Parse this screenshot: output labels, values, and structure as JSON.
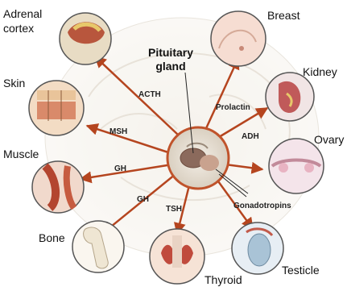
{
  "diagram": {
    "center": {
      "title_line1": "Pituitary",
      "title_line2": "gland"
    },
    "colors": {
      "arrow": "#b5451f",
      "ring": "#c0532b",
      "disc_border": "#6e6e6e",
      "bg_brain": "#ece7dc"
    },
    "organs": {
      "adrenal": {
        "line1": "Adrenal",
        "line2": "cortex"
      },
      "breast": "Breast",
      "kidney": "Kidney",
      "skin": "Skin",
      "ovary": "Ovary",
      "muscle": "Muscle",
      "bone": "Bone",
      "thyroid": "Thyroid",
      "testicle": "Testicle"
    },
    "hormones": {
      "acth": "ACTH",
      "msh": "MSH",
      "gh_muscle": "GH",
      "gh_bone": "GH",
      "tsh": "TSH",
      "prolactin": "Prolactin",
      "adh": "ADH",
      "gonadotropins": "Gonadotropins"
    }
  }
}
